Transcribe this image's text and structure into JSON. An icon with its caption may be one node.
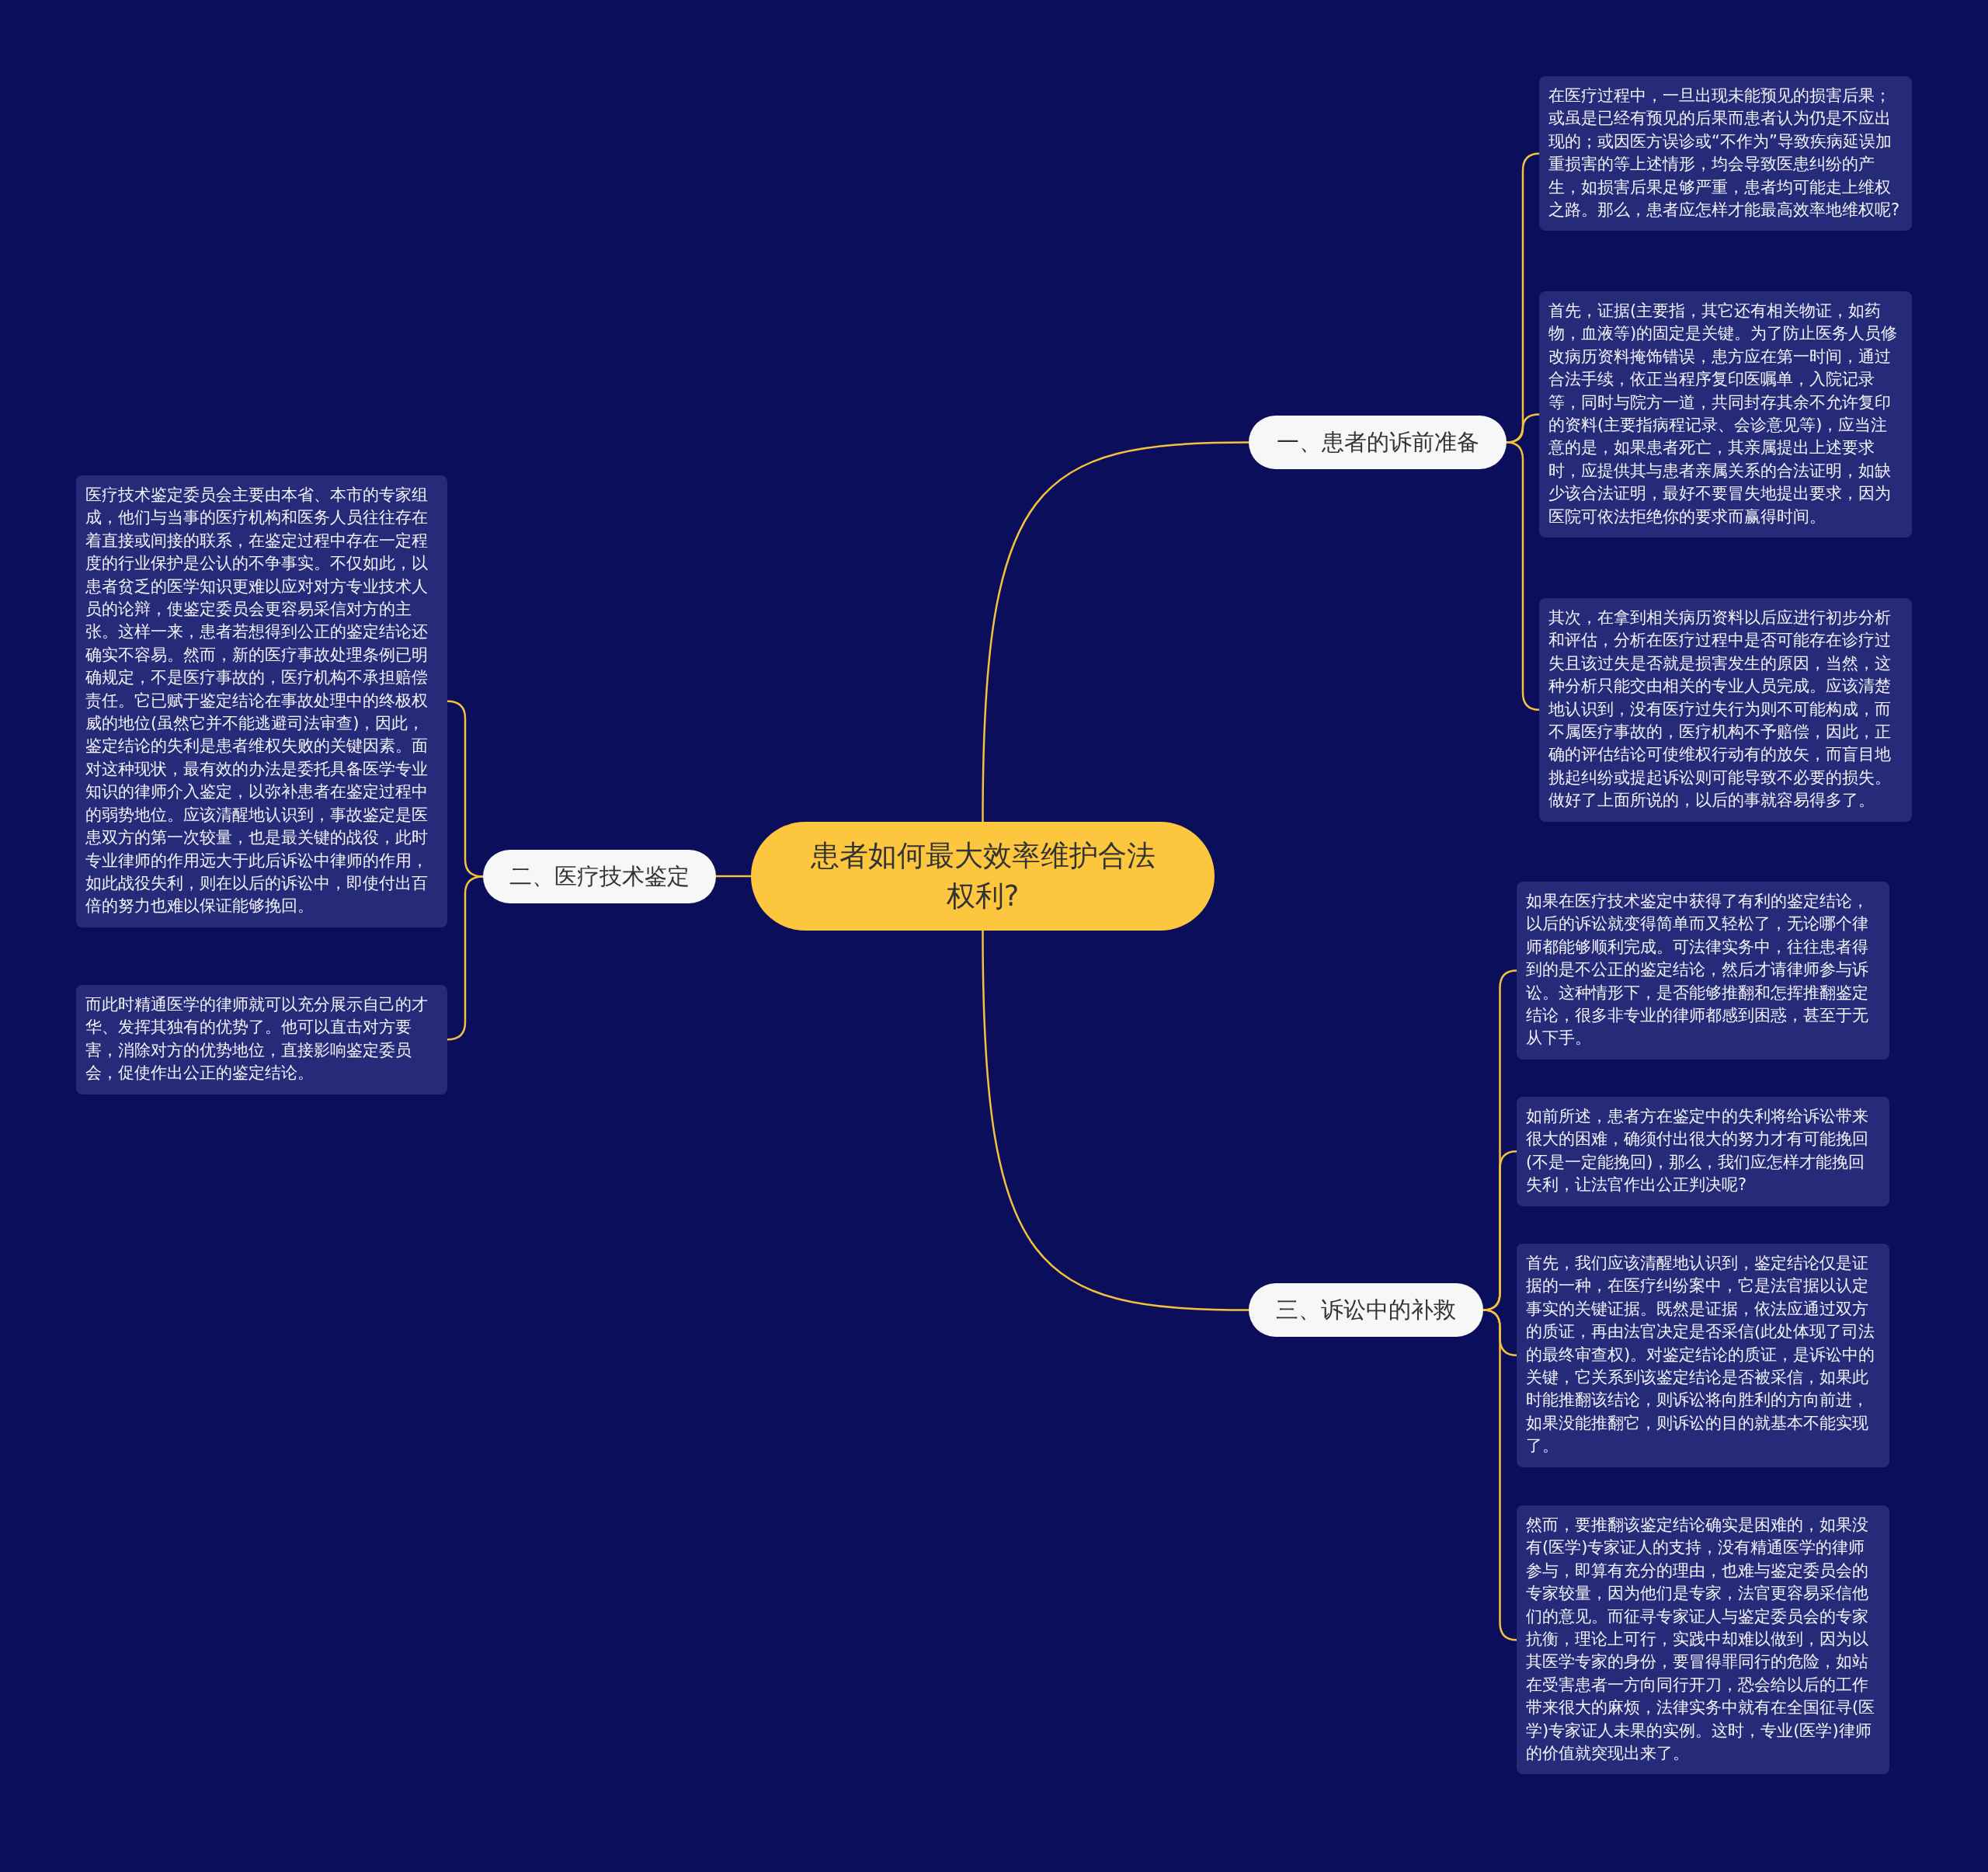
{
  "diagram": {
    "nodes": [
      {
        "text": [
          "患者如何最大效率维护合法权利?"
        ]
      },
      {
        "text": [
          "一、患者的诉前准备"
        ]
      },
      {
        "text": [
          "在医疗过程中，一旦出现未能预见的损害后果；或虽是已经有预见的后果而患者认为仍是不应出现的；或因医方误诊或“不作为”导致疾病延误加重损害的等上述情形，均会导致医患纠纷的产生，如损害后果足够严重，患者均可能走上维权之路。那么，患者应怎样才能最高效率地维权呢?"
        ]
      },
      {
        "text": [
          "首先，证据(主要指，其它还有相关物证，如药物，血液等)的固定是关键。为了防止医务人员修改病历资料掩饰错误，患方应在第一时间，通过合法手续，依正当程序复印医嘱单，入院记录等，同时与院方一道，共同封存其余不允许复印的资料(主要指病程记录、会诊意见等)，应当注意的是，如果患者死亡，其亲属提出上述要求时，应提供其与患者亲属关系的合法证明，如缺少该合法证明，最好不要冒失地提出要求，因为医院可依法拒绝你的要求而赢得时间。"
        ]
      },
      {
        "text": [
          "其次，在拿到相关病历资料以后应进行初步分析和评估，分析在医疗过程中是否可能存在诊疗过失且该过失是否就是损害发生的原因，当然，这种分析只能交由相关的专业人员完成。应该清楚地认识到，没有医疗过失行为则不可能构成，而不属医疗事故的，医疗机构不予赔偿，因此，正确的评估结论可使维权行动有的放矢，而盲目地挑起纠纷或提起诉讼则可能导致不必要的损失。做好了上面所说的，以后的事就容易得多了。"
        ]
      },
      {
        "text": [
          "二、医疗技术鉴定"
        ]
      },
      {
        "text": [
          "医疗技术鉴定委员会主要由本省、本市的专家组成，他们与当事的医疗机构和医务人员往往存在着直接或间接的联系，在鉴定过程中存在一定程度的行业保护是公认的不争事实。不仅如此，以患者贫乏的医学知识更难以应对对方专业技术人员的论辩，使鉴定委员会更容易采信对方的主张。这样一来，患者若想得到公正的鉴定结论还确实不容易。然而，新的医疗事故处理条例已明确规定，不是医疗事故的，医疗机构不承担赔偿责任。它已赋于鉴定结论在事故处理中的终极权威的地位(虽然它并不能逃避司法审查)，因此，鉴定结论的失利是患者维权失败的关键因素。面对这种现状，最有效的办法是委托具备医学专业知识的律师介入鉴定，以弥补患者在鉴定过程中的弱势地位。应该清醒地认识到，事故鉴定是医患双方的第一次较量，也是最关键的战役，此时专业律师的作用远大于此后诉讼中律师的作用，如此战役失利，则在以后的诉讼中，即使付出百倍的努力也难以保证能够挽回。"
        ]
      },
      {
        "text": [
          "而此时精通医学的律师就可以充分展示自己的才华、发挥其独有的优势了。他可以直击对方要害，消除对方的优势地位，直接影响鉴定委员会，促使作出公正的鉴定结论。"
        ]
      },
      {
        "text": [
          "三、诉讼中的补救"
        ]
      },
      {
        "text": [
          "如果在医疗技术鉴定中获得了有利的鉴定结论，以后的诉讼就变得简单而又轻松了，无论哪个律师都能够顺利完成。可法律实务中，往往患者得到的是不公正的鉴定结论，然后才请律师参与诉讼。这种情形下，是否能够推翻和怎挥推翻鉴定结论，很多非专业的律师都感到困惑，甚至于无从下手。"
        ]
      },
      {
        "text": [
          "如前所述，患者方在鉴定中的失利将给诉讼带来很大的困难，确须付出很大的努力才有可能挽回(不是一定能挽回)，那么，我们应怎样才能挽回失利，让法官作出公正判决呢?"
        ]
      },
      {
        "text": [
          "首先，我们应该清醒地认识到，鉴定结论仅是证据的一种，在医疗纠纷案中，它是法官据以认定事实的关键证据。既然是证据，依法应通过双方的质证，再由法官决定是否采信(此处体现了司法的最终审查权)。对鉴定结论的质证，是诉讼中的关键，它关系到该鉴定结论是否被采信，如果此时能推翻该结论，则诉讼将向胜利的方向前进，如果没能推翻它，则诉讼的目的就基本不能实现了。"
        ]
      },
      {
        "text": [
          "然而，要推翻该鉴定结论确实是困难的，如果没有(医学)专家证人的支持，没有精通医学的律师参与，即算有充分的理由，也难与鉴定委员会的专家较量，因为他们是专家，法官更容易采信他们的意见。而征寻专家证人与鉴定委员会的专家抗衡，理论上可行，实践中却难以做到，因为以其医学专家的身份，要冒得罪同行的危险，如站在受害患者一方向同行开刀，恐会给以后的工作带来很大的麻烦，法律实务中就有在全国征寻(医学)专家证人未果的实例。这时，专业(医学)律师的价值就突现出来了。"
        ]
      }
    ],
    "edges": [
      {
        "from": 0,
        "to": 1,
        "arrow": "none"
      },
      {
        "from": 1,
        "to": 2,
        "arrow": "none"
      },
      {
        "from": 1,
        "to": 3,
        "arrow": "none"
      },
      {
        "from": 1,
        "to": 4,
        "arrow": "none"
      },
      {
        "from": 0,
        "to": 5,
        "arrow": "none"
      },
      {
        "from": 5,
        "to": 6,
        "arrow": "none"
      },
      {
        "from": 5,
        "to": 7,
        "arrow": "none"
      },
      {
        "from": 0,
        "to": 8,
        "arrow": "none"
      },
      {
        "from": 8,
        "to": 9,
        "arrow": "none"
      },
      {
        "from": 8,
        "to": 10,
        "arrow": "none"
      },
      {
        "from": 8,
        "to": 11,
        "arrow": "none"
      },
      {
        "from": 8,
        "to": 12,
        "arrow": "none"
      }
    ]
  }
}
